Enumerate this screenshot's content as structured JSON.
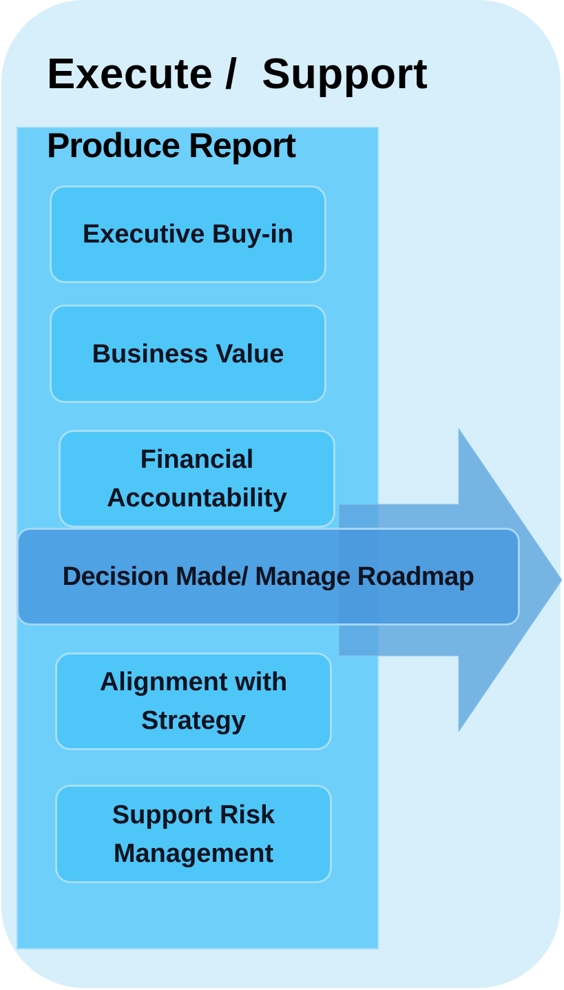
{
  "header": {
    "title": "Execute /  Support"
  },
  "column": {
    "title": "Produce Report",
    "items": [
      {
        "label": "Executive Buy-in"
      },
      {
        "label": "Business Value"
      },
      {
        "label": "Financial\nAccountability"
      },
      {
        "label": "Alignment with\nStrategy"
      },
      {
        "label": "Support Risk\nManagement"
      }
    ]
  },
  "decision": {
    "label": "Decision Made/ Manage Roadmap"
  },
  "colors": {
    "outer_background": "#d6effb",
    "column_fill": "#6dcffa",
    "item_fill": "#4fc6f8",
    "arrow_fill": "#5ba3de",
    "decision_fill": "#4897de"
  }
}
